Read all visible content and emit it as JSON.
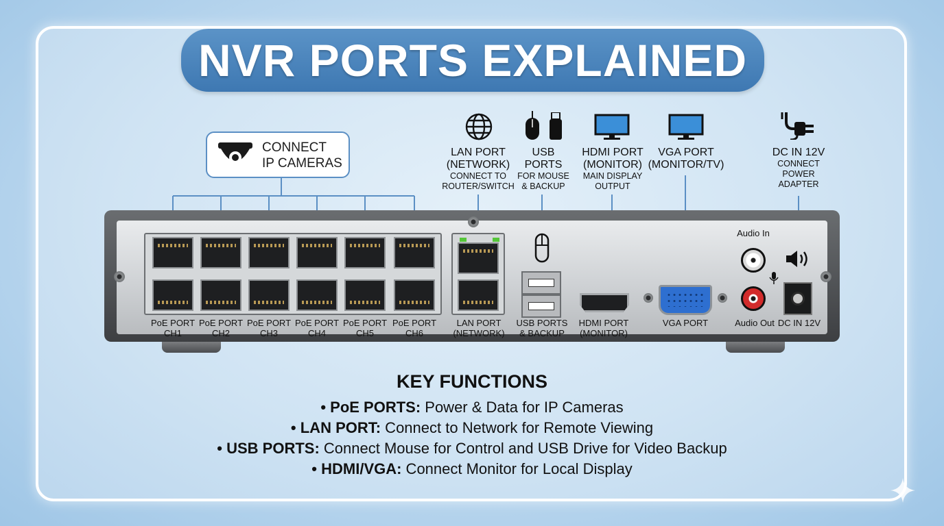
{
  "title": "NVR PORTS EXPLAINED",
  "callout": {
    "line1": "CONNECT",
    "line2": "IP CAMERAS"
  },
  "top_labels": {
    "lan": {
      "main1": "LAN PORT",
      "main2": "(NETWORK)",
      "sub1": "CONNECT TO",
      "sub2": "ROUTER/SWITCH"
    },
    "usb": {
      "main1": "USB",
      "main2": "PORTS",
      "sub1": "FOR MOUSE",
      "sub2": "& BACKUP"
    },
    "hdmi": {
      "main1": "HDMI PORT",
      "main2": "(MONITOR)",
      "sub1": "MAIN DISPLAY",
      "sub2": "OUTPUT"
    },
    "vga": {
      "main1": "VGA PORT",
      "main2": "(MONITOR/TV)"
    },
    "dc": {
      "main1": "DC IN 12V",
      "sub1": "CONNECT",
      "sub2": "POWER",
      "sub3": "ADAPTER"
    }
  },
  "poe_ports": [
    {
      "l1": "PoE PORT",
      "l2": "CH1"
    },
    {
      "l1": "PoE PORT",
      "l2": "CH2"
    },
    {
      "l1": "PoE PORT",
      "l2": "CH3"
    },
    {
      "l1": "PoE PORT",
      "l2": "CH4"
    },
    {
      "l1": "PoE PORT",
      "l2": "CH5"
    },
    {
      "l1": "PoE PORT",
      "l2": "CH6"
    }
  ],
  "panel_labels": {
    "lan": {
      "l1": "LAN PORT",
      "l2": "(NETWORK)"
    },
    "usb": {
      "l1": "USB PORTS",
      "l2": "& BACKUP"
    },
    "hdmi": {
      "l1": "HDMI PORT",
      "l2": "(MONITOR)"
    },
    "vga": "VGA PORT",
    "audio_in": "Audio In",
    "audio_out": "Audio Out",
    "dc": "DC IN 12V"
  },
  "key_functions": {
    "heading": "KEY FUNCTIONS",
    "items": [
      {
        "bold": "• PoE PORTS:",
        "text": " Power & Data for IP Cameras"
      },
      {
        "bold": "• LAN PORT:",
        "text": " Connect to Network for Remote Viewing"
      },
      {
        "bold": "• USB PORTS:",
        "text": " Connect Mouse for Control and USB Drive for Video Backup"
      },
      {
        "bold": "• HDMI/VGA:",
        "text": " Connect Monitor for Local Display"
      }
    ]
  },
  "colors": {
    "banner": "#4a86bf",
    "line": "#5b8fc4",
    "led": "#55c63a",
    "vga": "#2e6fd0",
    "rca_red": "#d22b2b"
  },
  "icons": [
    "dome-camera-icon",
    "globe-icon",
    "mouse-icon",
    "usb-stick-icon",
    "monitor-icon",
    "power-plug-icon",
    "speaker-icon",
    "microphone-icon",
    "sparkle-icon"
  ]
}
